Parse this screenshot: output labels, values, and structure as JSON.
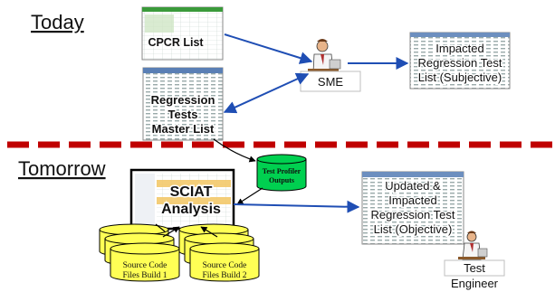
{
  "sections": {
    "today": "Today",
    "tomorrow": "Tomorrow"
  },
  "today": {
    "cpcr_list": "CPCR List",
    "regression_master": [
      "Regression",
      "Tests",
      "Master List"
    ],
    "sme": "SME",
    "impacted_subjective": [
      "Impacted",
      "Regression Test",
      "List (Subjective)"
    ]
  },
  "tomorrow": {
    "test_profiler": [
      "Test Profiler",
      "Outputs"
    ],
    "sciat": [
      "SCIAT",
      "Analysis"
    ],
    "impacted_objective": [
      "Updated &",
      "Impacted",
      "Regression Test",
      "List (Objective)"
    ],
    "source_build_1": [
      "Source Code",
      "Files Build 1"
    ],
    "source_build_2": [
      "Source Code",
      "Files Build 2"
    ],
    "test_engineer": [
      "Test",
      "Engineer"
    ]
  },
  "colors": {
    "divider": "#c00000",
    "arrow": "#1f4eb4",
    "cylinder_green": "#00d050",
    "cylinder_yellow": "#ffff55",
    "spreadsheet_green": "#3a9a3a"
  },
  "icons": {
    "person": "person-at-desk-icon",
    "spreadsheet": "spreadsheet-thumbnail-icon"
  }
}
